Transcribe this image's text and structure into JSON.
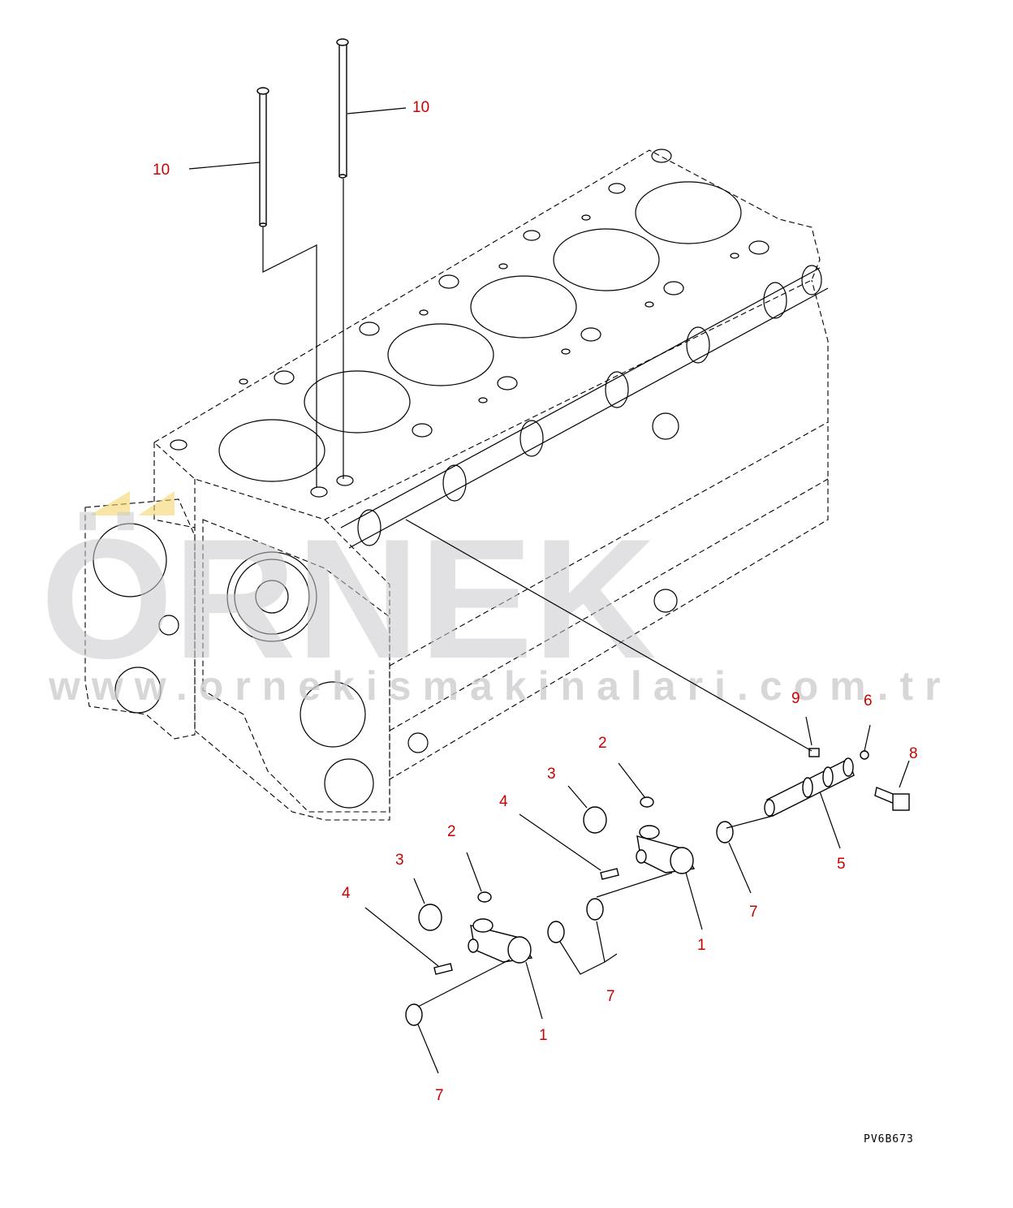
{
  "callouts": {
    "c10_left": "10",
    "c10_right": "10",
    "c9": "9",
    "c6": "6",
    "c8": "8",
    "c5": "5",
    "c7_shaft": "7",
    "c2_upper": "2",
    "c3_upper": "3",
    "c4_upper": "4",
    "c1_upper": "1",
    "c7_pair": "7",
    "c2_lower": "2",
    "c3_lower": "3",
    "c4_lower": "4",
    "c1_lower": "1",
    "c7_lower": "7"
  },
  "drawing_code": "PV6B673",
  "watermark": {
    "logo_text": "ÖRNEK",
    "url_text": "www.ornekismakinalari.com.tr"
  },
  "colors": {
    "callout_text": "#cc0000",
    "line_art": "#000000",
    "watermark": "#c9c9cc",
    "watermark_accent": "#f5d66b",
    "background": "#ffffff"
  }
}
